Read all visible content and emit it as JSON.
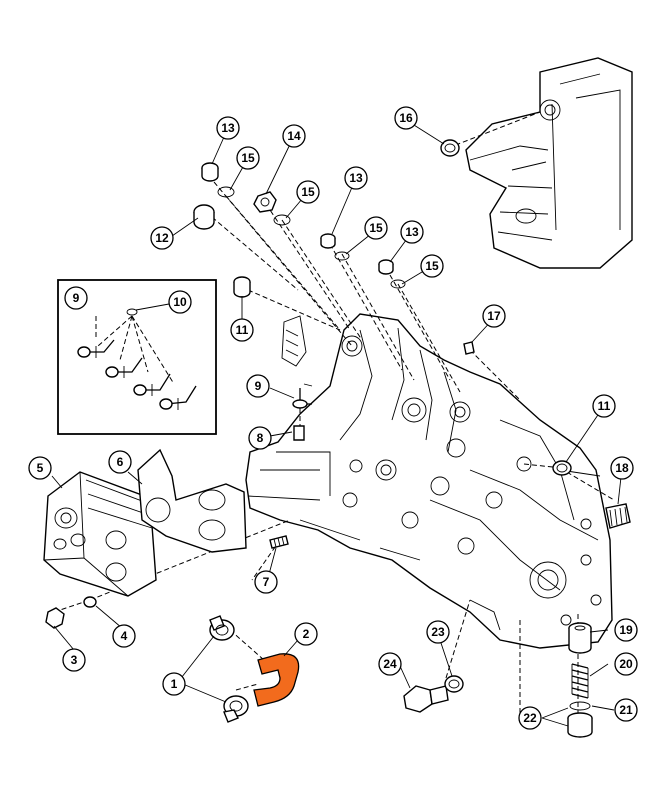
{
  "diagram": {
    "callouts": {
      "c1": "1",
      "c2": "2",
      "c3": "3",
      "c4": "4",
      "c5": "5",
      "c6": "6",
      "c7": "7",
      "c8": "8",
      "c9a": "9",
      "c9b": "9",
      "c10": "10",
      "c11a": "11",
      "c11b": "11",
      "c12": "12",
      "c13a": "13",
      "c13b": "13",
      "c13c": "13",
      "c14": "14",
      "c15a": "15",
      "c15b": "15",
      "c15c": "15",
      "c15d": "15",
      "c16": "16",
      "c17": "17",
      "c18": "18",
      "c19": "19",
      "c20": "20",
      "c21": "21",
      "c22": "22",
      "c23": "23",
      "c24": "24"
    },
    "colors": {
      "highlight": "#f26b1d",
      "line": "#000000",
      "background": "#ffffff"
    }
  }
}
